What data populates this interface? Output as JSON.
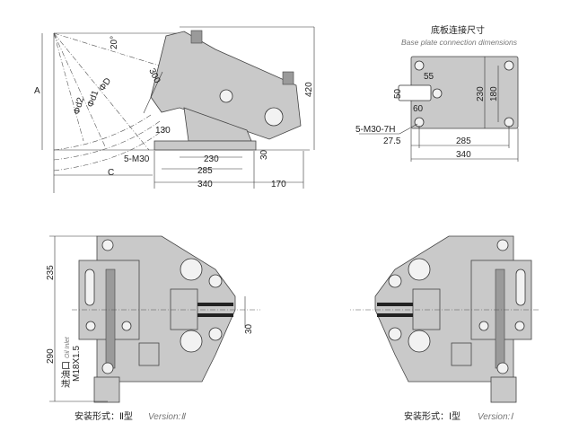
{
  "side_view": {
    "labels": {
      "A": "A",
      "C": "C",
      "angle": "20°",
      "d300": "300",
      "phiD2": "Φd2",
      "phiD1": "Φd1",
      "phiD": "ΦD",
      "d130": "130",
      "thread": "5-M30",
      "d230": "230",
      "d285": "285",
      "d340": "340",
      "d170": "170",
      "d30": "30",
      "d420": "420"
    }
  },
  "base_plate": {
    "title": "底板连接尺寸",
    "subtitle": "Base plate connection dimensions",
    "labels": {
      "d55": "55",
      "d50": "50",
      "d60": "60",
      "thread": "5-M30-7H",
      "d27_5": "27.5",
      "d285": "285",
      "d340": "340",
      "d230": "230",
      "d180": "180"
    }
  },
  "version2": {
    "caption_cn": "安装形式：Ⅱ型",
    "caption_en": "Version:Ⅱ",
    "labels": {
      "d235": "235",
      "d290": "290",
      "oil_cn": "进油口",
      "oil_en": "Oil Inlet",
      "oil_thread": "M18X1.5",
      "d30": "30"
    }
  },
  "version1": {
    "caption_cn": "安装形式：Ⅰ型",
    "caption_en": "Version:Ⅰ"
  }
}
